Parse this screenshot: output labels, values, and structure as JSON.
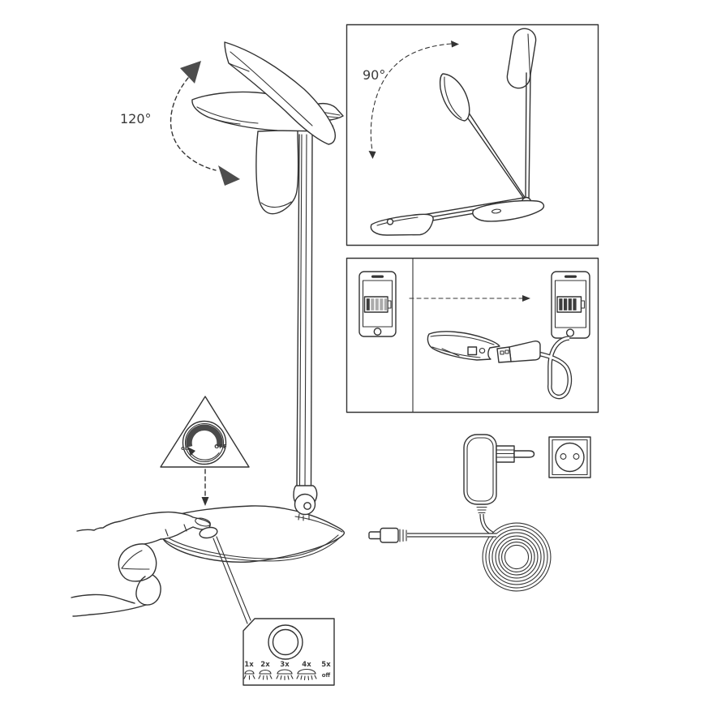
{
  "illustration": {
    "line_color": "#333333",
    "arrow_color": "#4d4d4d",
    "background": "#ffffff"
  },
  "main_lamp": {
    "rotation_label": "120°"
  },
  "fold_diagram": {
    "rotation_label": "90°"
  },
  "dial": {
    "on_label": "on",
    "off_label": "OFF"
  },
  "control_panel": {
    "levels": [
      "1x",
      "2x",
      "3x",
      "4x",
      "5x"
    ],
    "off_label": "off"
  },
  "icon_names": [
    "battery-low-icon",
    "battery-full-icon",
    "usb-plug-icon",
    "power-socket-icon",
    "brightness-level-icon",
    "dial-icon"
  ]
}
